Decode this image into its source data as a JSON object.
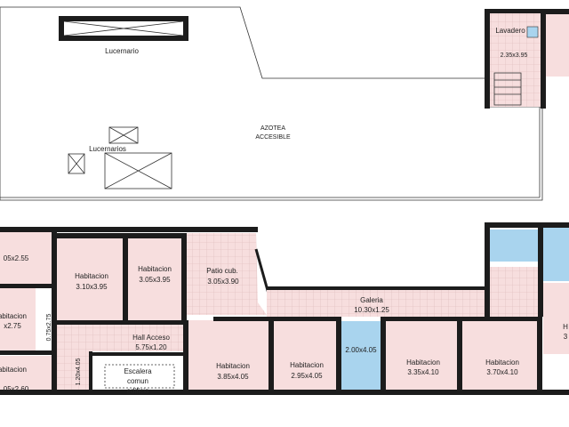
{
  "labels": {
    "lucernario": "Lucernario",
    "lucernarios": "Lucernarios",
    "azotea_1": "AZOTEA",
    "azotea_2": "ACCESIBLE",
    "lavadero": "Lavadero",
    "lavadero_dim": "2.35x3.95",
    "hab_a_dim": "05x2.55",
    "hab_b_name": "abitacion",
    "hab_b_dim": "x2.75",
    "hab_c_name": "abitacion",
    "hab_c_dim": "05x2.60",
    "hab1_name": "Habitacion",
    "hab1_dim": "3.10x3.95",
    "hab2_name": "Habitacion",
    "hab2_dim": "3.05x3.95",
    "patio_name": "Patio cub.",
    "patio_dim": "3.05x3.90",
    "galeria_name": "Galeria",
    "galeria_dim": "10.30x1.25",
    "hall_name": "Hall Acceso",
    "hall_dim": "5.75x1.20",
    "escalera_1": "Escalera",
    "escalera_2": "comun",
    "escalera_3": "edificio",
    "dim_075": "0.75x2.75",
    "dim_120": "1.20x4.05",
    "hab3_name": "Habitacion",
    "hab3_dim": "3.85x4.05",
    "hab4_name": "Habitacion",
    "hab4_dim": "2.95x4.05",
    "bath_dim": "2.00x4.05",
    "hab5_name": "Habitacion",
    "hab5_dim": "3.35x4.10",
    "hab6_name": "Habitacion",
    "hab6_dim": "3.70x4.10",
    "edge_h": "H",
    "edge_3": "3"
  },
  "colors": {
    "wall": "#1c1c1c",
    "room_fill": "#f7dede",
    "tile_line": "#d9b9b9",
    "bath_fill": "#a9d4ee"
  }
}
